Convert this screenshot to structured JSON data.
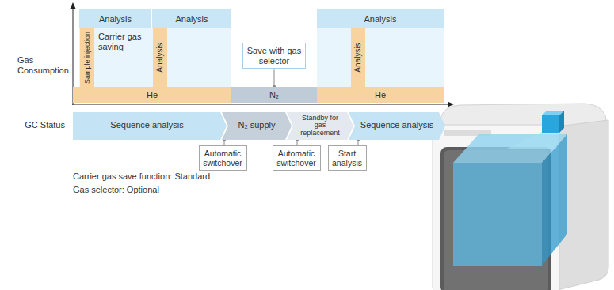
{
  "diagram": {
    "nodes": [
      {
        "text": [
          "Analysis"
        ]
      },
      {
        "text": [
          "Analysis"
        ]
      },
      {
        "text": [
          "Analysis"
        ]
      },
      {
        "text": [
          "Sample injection"
        ]
      },
      {
        "text": [
          "Analysis"
        ]
      },
      {
        "text": [
          "Save with gas selector"
        ]
      },
      {
        "text": [
          "Analysis"
        ]
      },
      {
        "text": [
          "He"
        ]
      },
      {
        "text": [
          "N₂"
        ]
      },
      {
        "text": [
          "He"
        ]
      },
      {
        "text": [
          "Sequence analysis"
        ]
      },
      {
        "text": [
          "N₂ supply"
        ]
      },
      {
        "text": [
          "Standby for gas replacement"
        ]
      },
      {
        "text": [
          "Sequence analysis"
        ]
      },
      {
        "text": [
          "Automatic switchover"
        ]
      },
      {
        "text": [
          "Automatic switchover"
        ]
      },
      {
        "text": [
          "Start analysis"
        ]
      }
    ],
    "edges": [
      {
        "from": 5,
        "to": 8,
        "arrow": "none"
      },
      {
        "from": 14,
        "to": 11,
        "arrow": "none"
      },
      {
        "from": 15,
        "to": 12,
        "arrow": "none"
      },
      {
        "from": 16,
        "to": 13,
        "arrow": "none"
      }
    ],
    "labels": [
      "Gas Consumption",
      "Carrier gas saving",
      "GC Status",
      "Carrier gas save function: Standard",
      "Gas selector: Optional"
    ]
  }
}
